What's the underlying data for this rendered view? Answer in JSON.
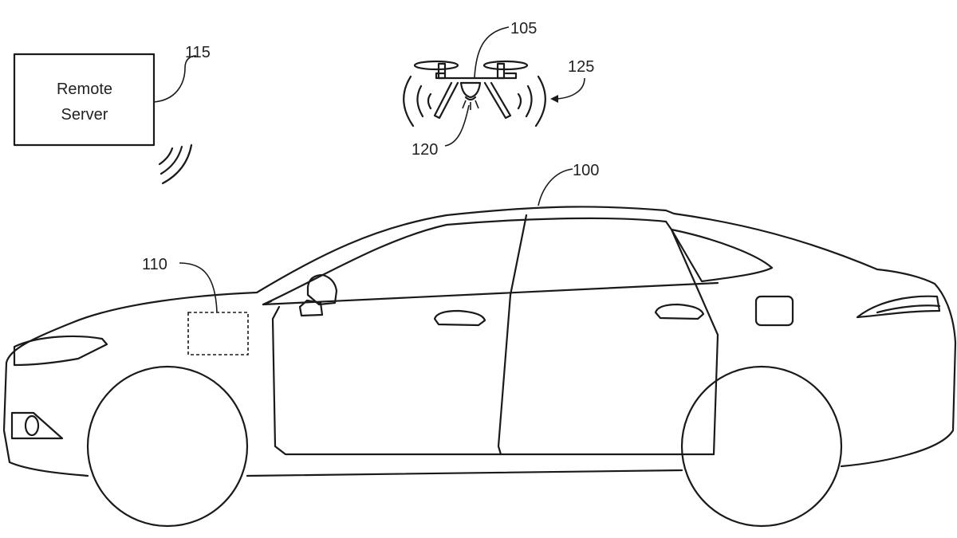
{
  "figure": {
    "remote_server": {
      "label_line1": "Remote",
      "label_line2": "Server",
      "ref": "115"
    },
    "drone": {
      "ref": "105"
    },
    "drone_light": {
      "ref": "120"
    },
    "drone_signal": {
      "ref": "125"
    },
    "vehicle": {
      "ref": "100"
    },
    "vehicle_computer": {
      "ref": "110"
    }
  },
  "colors": {
    "line": "#1a1a1a",
    "background": "#ffffff"
  }
}
